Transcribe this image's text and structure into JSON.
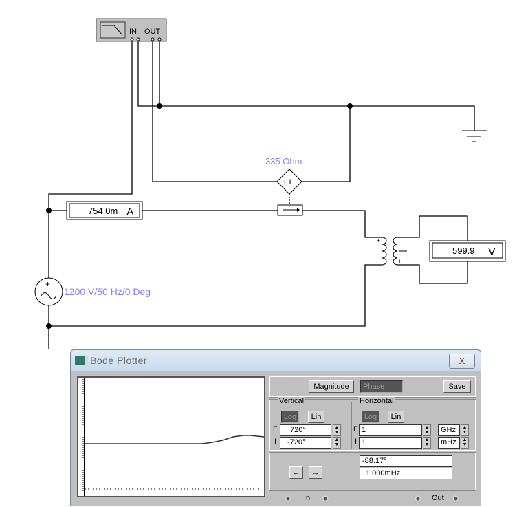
{
  "circuit": {
    "bode_icon": {
      "in_label": "IN",
      "out_label": "OUT"
    },
    "dep_source_label": "335  Ohm",
    "dep_source_symbol": "+ I",
    "ammeter": {
      "value": "754.0m",
      "unit": "A"
    },
    "voltmeter": {
      "value": "599.9",
      "unit": "V"
    },
    "ac_source_label": "1200 V/50 Hz/0 Deg",
    "wire_color": "#000000",
    "label_color": "#8080ff"
  },
  "bode": {
    "title": "Bode Plotter",
    "close": "X",
    "magnitude": "Magnitude",
    "phase": "Phase",
    "save": "Save",
    "vertical": {
      "label": "Vertical",
      "log": "Log",
      "lin": "Lin",
      "F_label": "F",
      "I_label": "I",
      "F": "720°",
      "I": "-720°"
    },
    "horizontal": {
      "label": "Horizontal",
      "log": "Log",
      "lin": "Lin",
      "F_label": "F",
      "I_label": "I",
      "F": "1",
      "I": "1",
      "F_unit": "GHz",
      "I_unit": "mHz"
    },
    "readout_value": "-88.17°",
    "readout_freq": "1.000mHz",
    "left_arrow": "←",
    "right_arrow": "→",
    "in_label": "In",
    "out_label": "Out",
    "active_mode": "Phase",
    "vertical_scale": "Log",
    "horizontal_scale": "Log"
  }
}
